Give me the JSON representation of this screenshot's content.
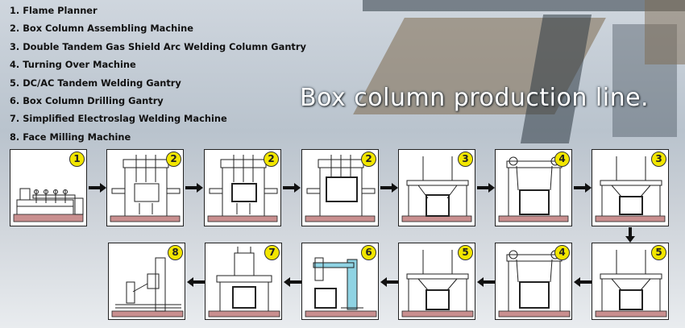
{
  "title": "Box column production line.",
  "steps": [
    "1. Flame Planner",
    "2. Box Column Assembling Machine",
    "3. Double Tandem Gas Shield Arc Welding Column Gantry",
    "4. Turning Over Machine",
    "5. DC/AC Tandem Welding Gantry",
    "6. Box Column Drilling Gantry",
    "7. Simplified Electroslag Welding Machine",
    "8. Face Milling Machine"
  ],
  "row1_badges": [
    "1",
    "2",
    "2",
    "2",
    "3",
    "4",
    "3"
  ],
  "row2_badges": [
    "8",
    "7",
    "6",
    "5",
    "4",
    "5"
  ],
  "colors": {
    "badge": "#f2e600",
    "floor": "#c98f8f",
    "line": "#222222"
  }
}
